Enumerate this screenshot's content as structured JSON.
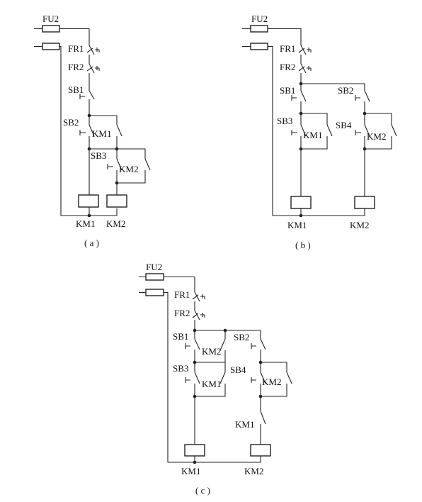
{
  "panels": [
    {
      "id": "a",
      "caption": "( a )",
      "labels": {
        "fu2": "FU2",
        "fr1": "FR1",
        "fr2": "FR2",
        "sb1": "SB1",
        "sb2": "SB2",
        "km1_contact": "KM1",
        "sb3": "SB3",
        "km2_contact": "KM2",
        "km1_coil": "KM1",
        "km2_coil": "KM2"
      }
    },
    {
      "id": "b",
      "caption": "( b )",
      "labels": {
        "fu2": "FU2",
        "fr1": "FR1",
        "fr2": "FR2",
        "sb1": "SB1",
        "sb2": "SB2",
        "sb3": "SB3",
        "km1_contact": "KM1",
        "sb4": "SB4",
        "km2_contact": "KM2",
        "km1_coil": "KM1",
        "km2_coil": "KM2"
      }
    },
    {
      "id": "c",
      "caption": "( c )",
      "labels": {
        "fu2": "FU2",
        "fr1": "FR1",
        "fr2": "FR2",
        "sb1": "SB1",
        "km2_contact_top": "KM2",
        "sb2": "SB2",
        "sb3": "SB3",
        "km1_contact_left": "KM1",
        "sb4": "SB4",
        "km2_contact_right": "KM2",
        "km1_contact_right": "KM1",
        "km1_coil": "KM1",
        "km2_coil": "KM2"
      }
    }
  ]
}
